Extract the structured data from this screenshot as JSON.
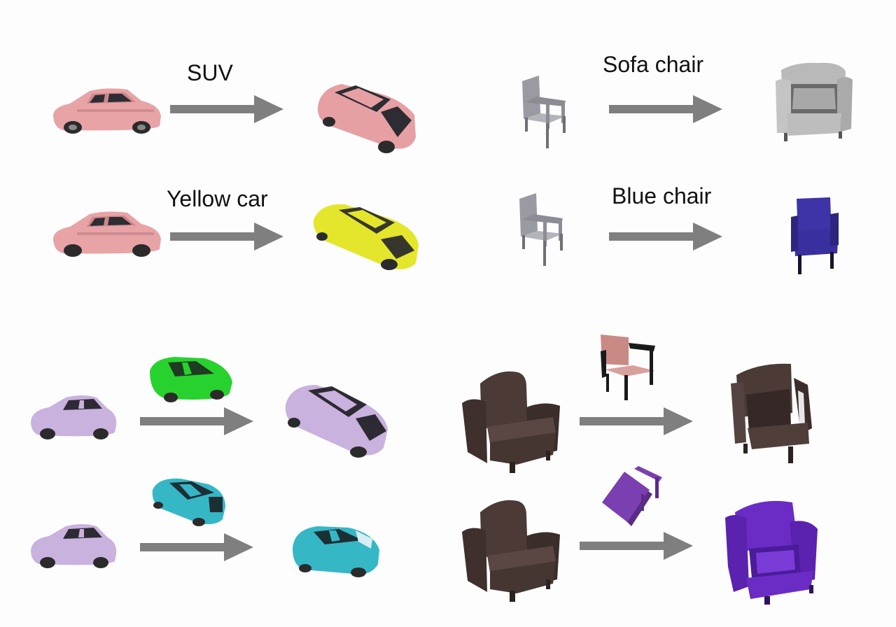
{
  "labels": {
    "suv": "SUV",
    "yellow_car": "Yellow car",
    "sofa_chair": "Sofa chair",
    "blue_chair": "Blue chair"
  },
  "colors": {
    "arrow": "#7f7f7f",
    "pink_car": "#e8a3a6",
    "yellow_car": "#e3e62a",
    "lavender_car": "#c9b2de",
    "green_car": "#28d22e",
    "cyan_car": "#35b7c6",
    "gray_chair": "#9a9aa2",
    "sofa_gray": "#b9b9b9",
    "blue_chair": "#3f33a8",
    "brown_armchair": "#4b3a36",
    "pink_chair": "#c98a86",
    "purple_chair": "#7a3fb0",
    "purple_armchair": "#6b2cc6"
  },
  "icons": {
    "car": "car-icon",
    "chair": "chair-icon",
    "armchair": "armchair-icon",
    "arrow": "arrow-right-icon"
  }
}
